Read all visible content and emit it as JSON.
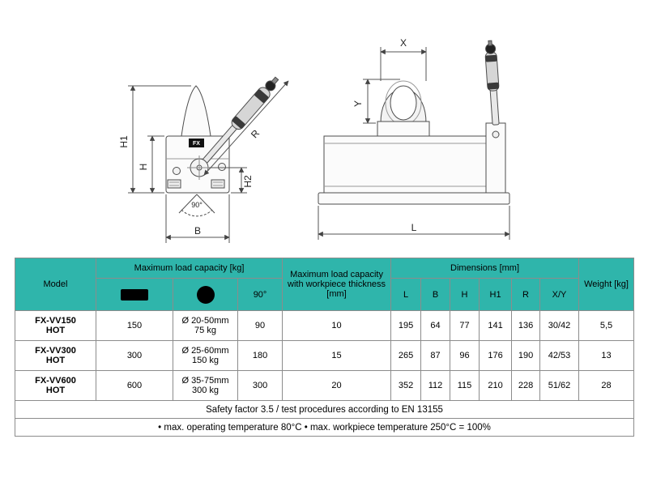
{
  "colors": {
    "table_header": "#2fb5ab"
  },
  "drawing": {
    "logo": "FX",
    "labels": {
      "h1": "H1",
      "h": "H",
      "h2": "H2",
      "b": "B",
      "r": "R",
      "angle": "90°",
      "x": "X",
      "y": "Y",
      "l": "L"
    }
  },
  "table": {
    "headers": {
      "model": "Model",
      "max_load": "Maximum load capacity [kg]",
      "angle_col": "90°",
      "thickness": "Maximum load capacity with workpiece thickness [mm]",
      "dimensions": "Dimensions [mm]",
      "dim_cols": [
        "L",
        "B",
        "H",
        "H1",
        "R",
        "X/Y"
      ],
      "weight": "Weight [kg]"
    },
    "rows": [
      {
        "name": "FX-VV150",
        "suffix": "HOT",
        "flat": "150",
        "round_d": "Ø 20-50mm",
        "round_kg": "75 kg",
        "deg90": "90",
        "thickness": "10",
        "L": "195",
        "B": "64",
        "H": "77",
        "H1": "141",
        "R": "136",
        "XY": "30/42",
        "weight": "5,5"
      },
      {
        "name": "FX-VV300",
        "suffix": "HOT",
        "flat": "300",
        "round_d": "Ø 25-60mm",
        "round_kg": "150 kg",
        "deg90": "180",
        "thickness": "15",
        "L": "265",
        "B": "87",
        "H": "96",
        "H1": "176",
        "R": "190",
        "XY": "42/53",
        "weight": "13"
      },
      {
        "name": "FX-VV600",
        "suffix": "HOT",
        "flat": "600",
        "round_d": "Ø 35-75mm",
        "round_kg": "300 kg",
        "deg90": "300",
        "thickness": "20",
        "L": "352",
        "B": "112",
        "H": "115",
        "H1": "210",
        "R": "228",
        "XY": "51/62",
        "weight": "28"
      }
    ],
    "footer_safety": "Safety factor 3.5 / test procedures according to EN 13155",
    "footer_temp": "• max. operating temperature 80°C • max. workpiece temperature 250°C = 100%"
  }
}
